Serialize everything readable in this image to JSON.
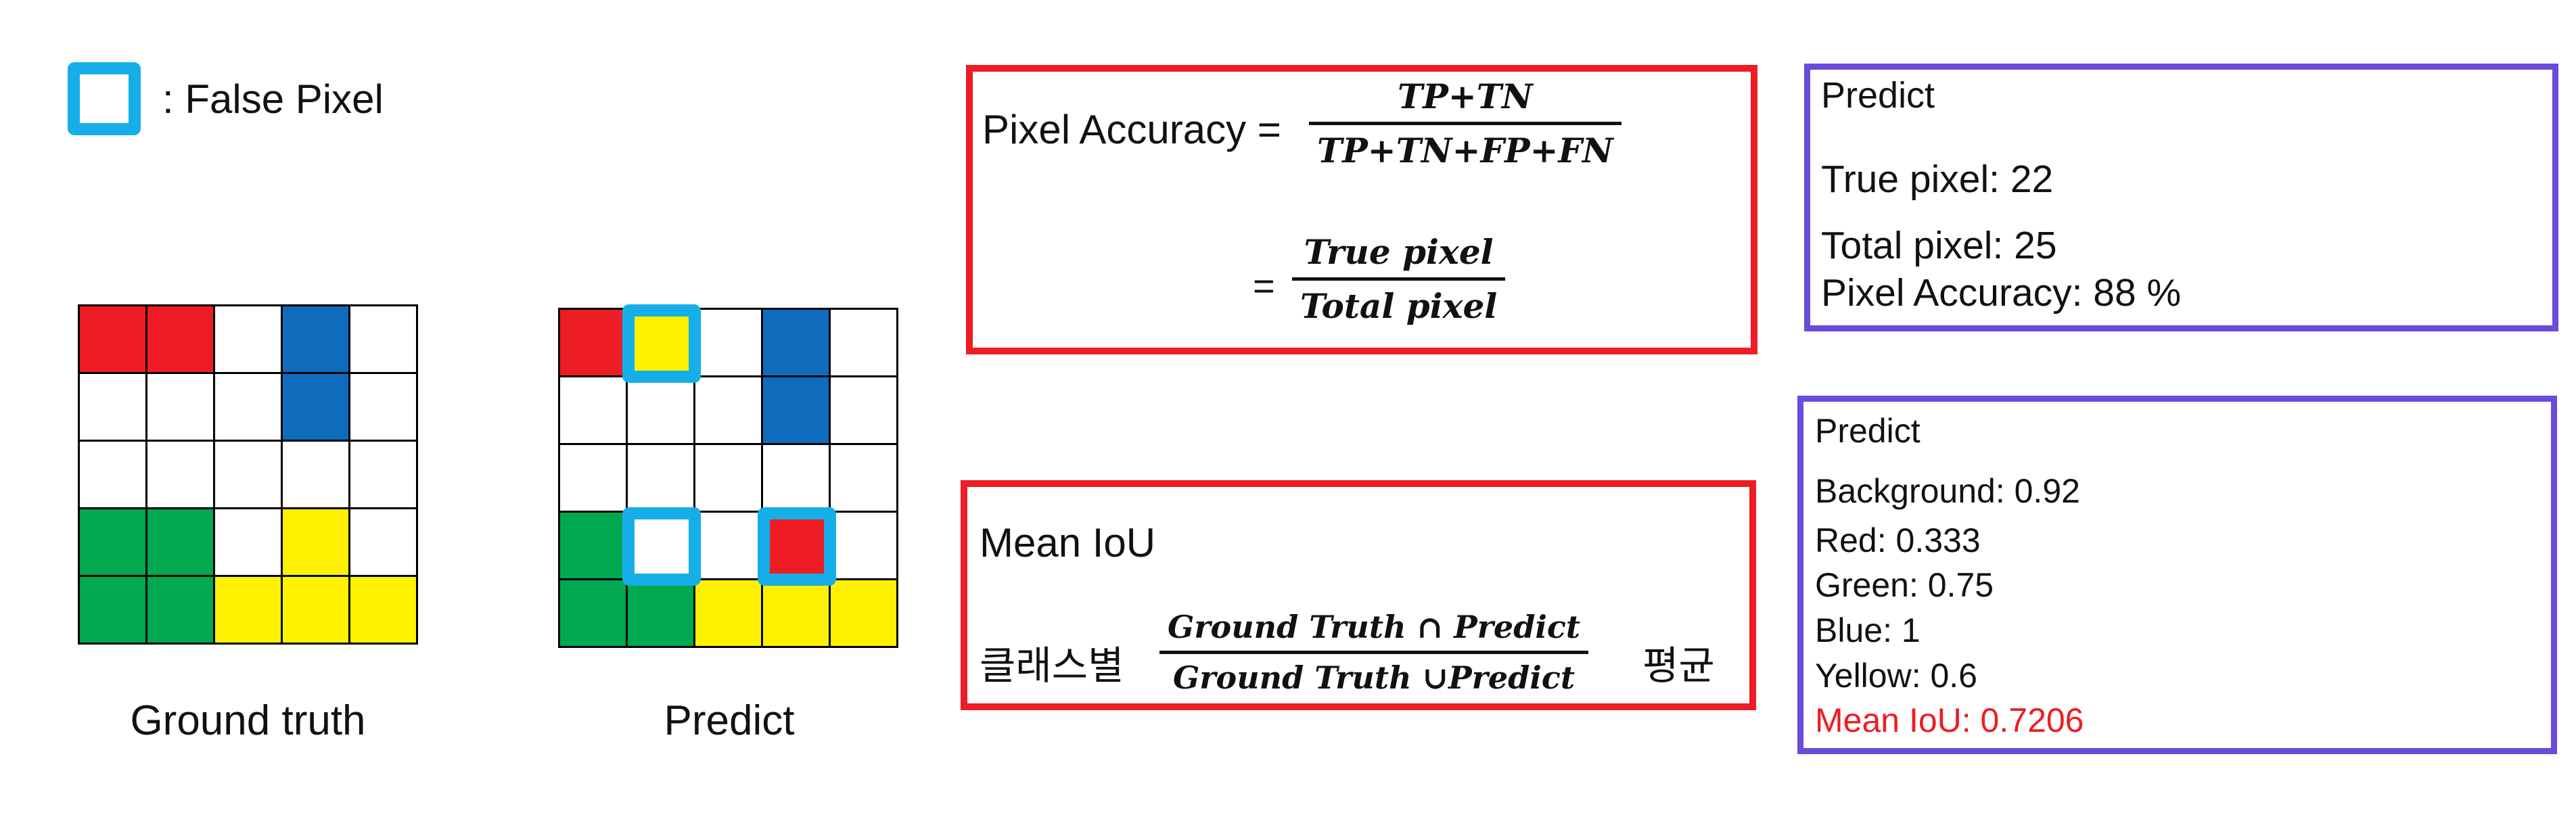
{
  "legend": {
    "label": ": False Pixel"
  },
  "colors": {
    "red": "#ee1c24",
    "blue": "#0f6cbd",
    "green": "#00a84f",
    "yellow": "#fff200",
    "background": "#ffffff",
    "highlight": "#16aee8",
    "box_red": "#ee1c24",
    "box_purple": "#6a4bdb"
  },
  "ground_truth": {
    "label": "Ground truth",
    "cells": [
      [
        "red",
        "red",
        "background",
        "blue",
        "background"
      ],
      [
        "background",
        "background",
        "background",
        "blue",
        "background"
      ],
      [
        "background",
        "background",
        "background",
        "background",
        "background"
      ],
      [
        "green",
        "green",
        "background",
        "yellow",
        "background"
      ],
      [
        "green",
        "green",
        "yellow",
        "yellow",
        "yellow"
      ]
    ]
  },
  "predict_grid": {
    "label": "Predict",
    "cells": [
      [
        "red",
        "yellow",
        "background",
        "blue",
        "background"
      ],
      [
        "background",
        "background",
        "background",
        "blue",
        "background"
      ],
      [
        "background",
        "background",
        "background",
        "background",
        "background"
      ],
      [
        "green",
        "background",
        "background",
        "red",
        "background"
      ],
      [
        "green",
        "green",
        "yellow",
        "yellow",
        "yellow"
      ]
    ],
    "false_pixels": [
      [
        0,
        1
      ],
      [
        3,
        1
      ],
      [
        3,
        3
      ]
    ]
  },
  "pixel_accuracy_formula": {
    "label": "Pixel Accuracy =",
    "numerator": "TP+TN",
    "denominator": "TP+TN+FP+FN",
    "equals": "=",
    "numerator2": "True pixel",
    "denominator2": "Total pixel"
  },
  "miou_formula": {
    "title": "Mean IoU",
    "prefix": "클래스별",
    "numerator": "Ground Truth ∩ Predict",
    "denominator": "Ground Truth ∪Predict",
    "suffix": "평균"
  },
  "pa_result": {
    "title": "Predict",
    "lines": [
      "True pixel: 22",
      "Total pixel: 25",
      "Pixel Accuracy: 88 %"
    ]
  },
  "miou_result": {
    "title": "Predict",
    "lines": [
      "Background: 0.92",
      "Red: 0.333",
      "Green: 0.75",
      "Blue: 1",
      "Yellow: 0.6"
    ],
    "mean": "Mean IoU: 0.7206",
    "mean_color": "#ee1c24"
  }
}
